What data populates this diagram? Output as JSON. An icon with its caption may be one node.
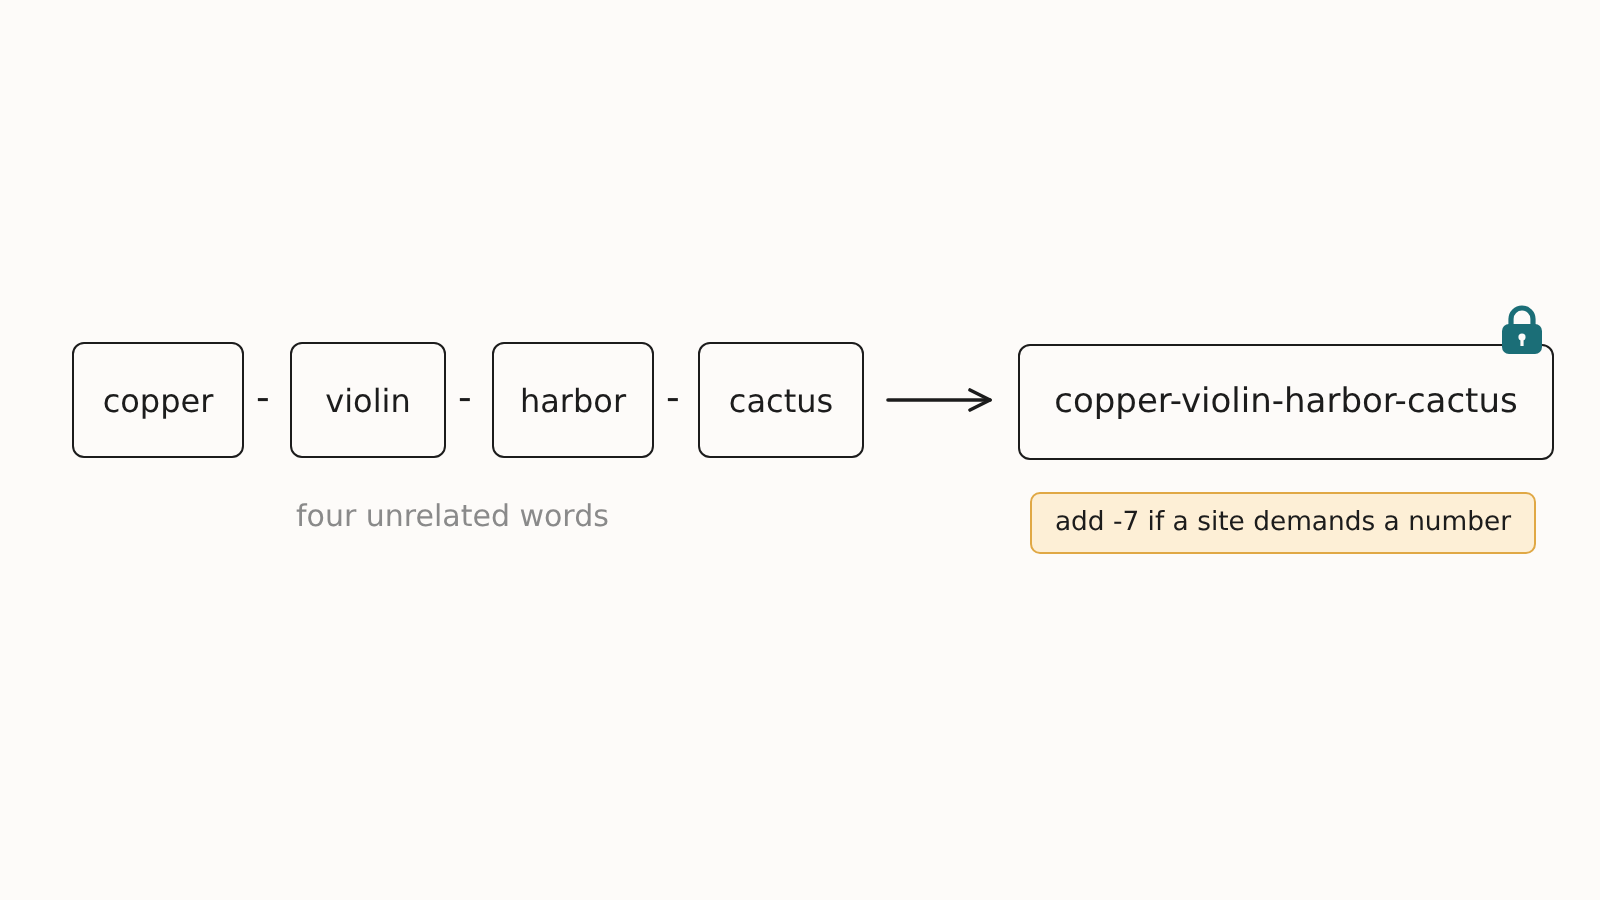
{
  "diagram": {
    "nodes": [
      {
        "text": [
          "copper"
        ]
      },
      {
        "text": [
          "violin"
        ]
      },
      {
        "text": [
          "harbor"
        ]
      },
      {
        "text": [
          "cactus"
        ]
      },
      {
        "text": [
          "copper-violin-harbor-cactus"
        ]
      },
      {
        "text": [
          "add -7 if a site demands a number"
        ]
      }
    ],
    "edges": [
      {
        "from": 3,
        "to": 4,
        "arrow": "to"
      }
    ],
    "labels": [
      "-",
      "-",
      "-",
      "four unrelated words"
    ]
  }
}
